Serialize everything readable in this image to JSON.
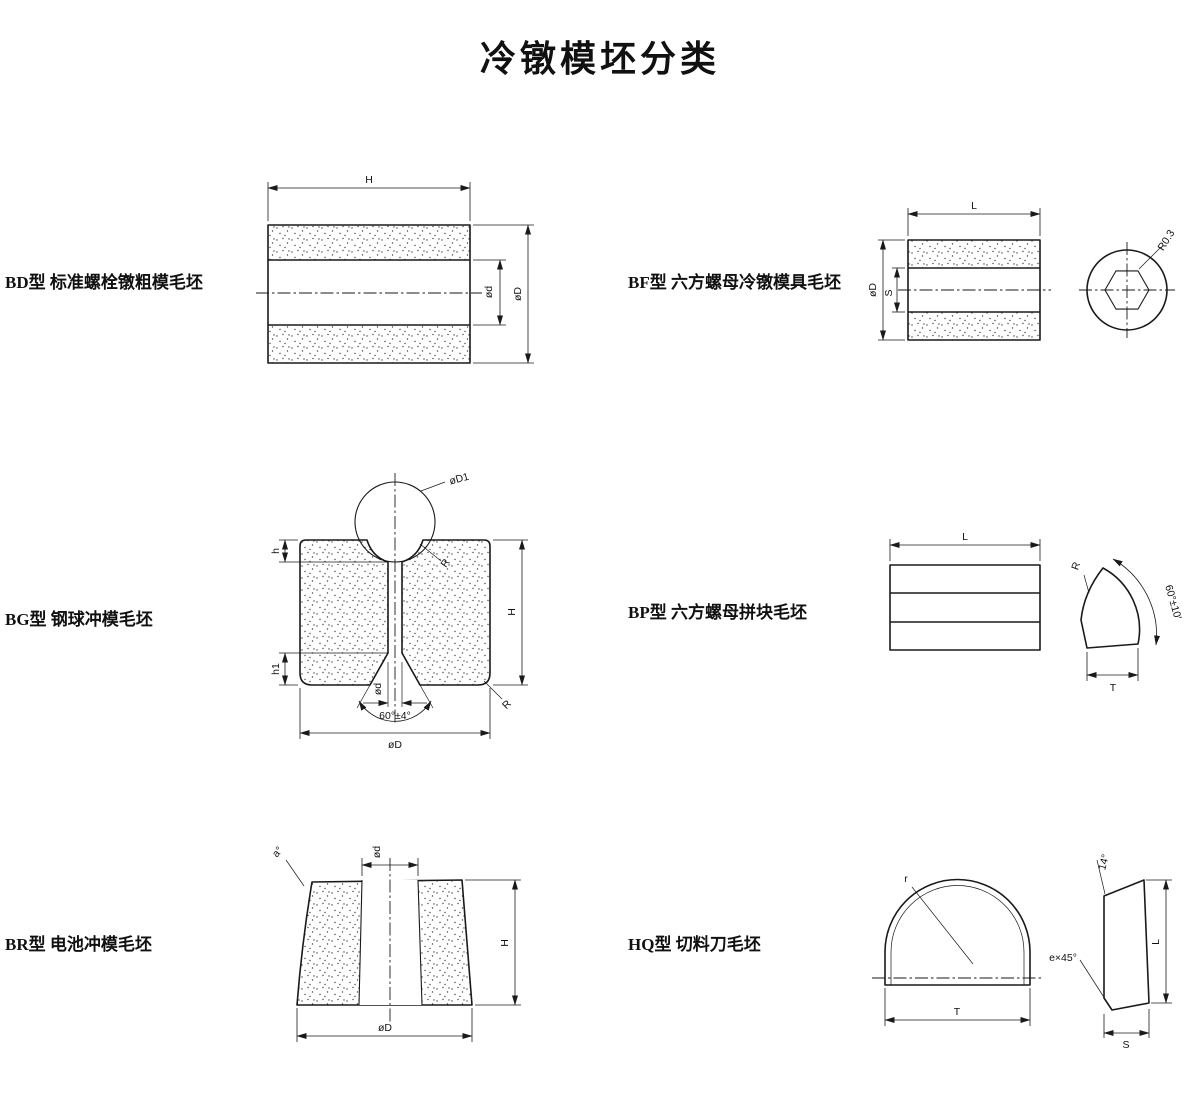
{
  "title": "冷镦模坯分类",
  "colors": {
    "line": "#1a1a1a",
    "background": "#ffffff"
  },
  "bd": {
    "label": "BD型 标准螺栓镦粗模毛坯",
    "dim_h": "H",
    "dim_d_inner": "ød",
    "dim_d_outer": "øD"
  },
  "bf": {
    "label": "BF型 六方螺母冷镦模具毛坯",
    "dim_l": "L",
    "dim_d": "øD",
    "dim_s": "S",
    "dim_r": "R0.3"
  },
  "bg": {
    "label": "BG型 钢球冲模毛坯",
    "dim_d1": "øD1",
    "dim_r_cup": "R",
    "dim_h_small": "h",
    "dim_h1": "h1",
    "dim_h_total": "H",
    "dim_d_small": "ød",
    "dim_angle": "60°±4°",
    "dim_d_outer": "øD",
    "dim_r_corner": "R"
  },
  "bp": {
    "label": "BP型 六方螺母拼块毛坯",
    "dim_l": "L",
    "dim_r": "R",
    "dim_angle": "60°±10′",
    "dim_t": "T"
  },
  "br": {
    "label": "BR型 电池冲模毛坯",
    "dim_angle": "a°",
    "dim_d_top": "ød",
    "dim_h": "H",
    "dim_d_bottom": "øD"
  },
  "hq": {
    "label": "HQ型 切料刀毛坯",
    "dim_r": "r",
    "dim_t": "T",
    "dim_angle": "14°",
    "dim_l": "L",
    "dim_s": "S",
    "dim_chamfer": "e×45°"
  }
}
